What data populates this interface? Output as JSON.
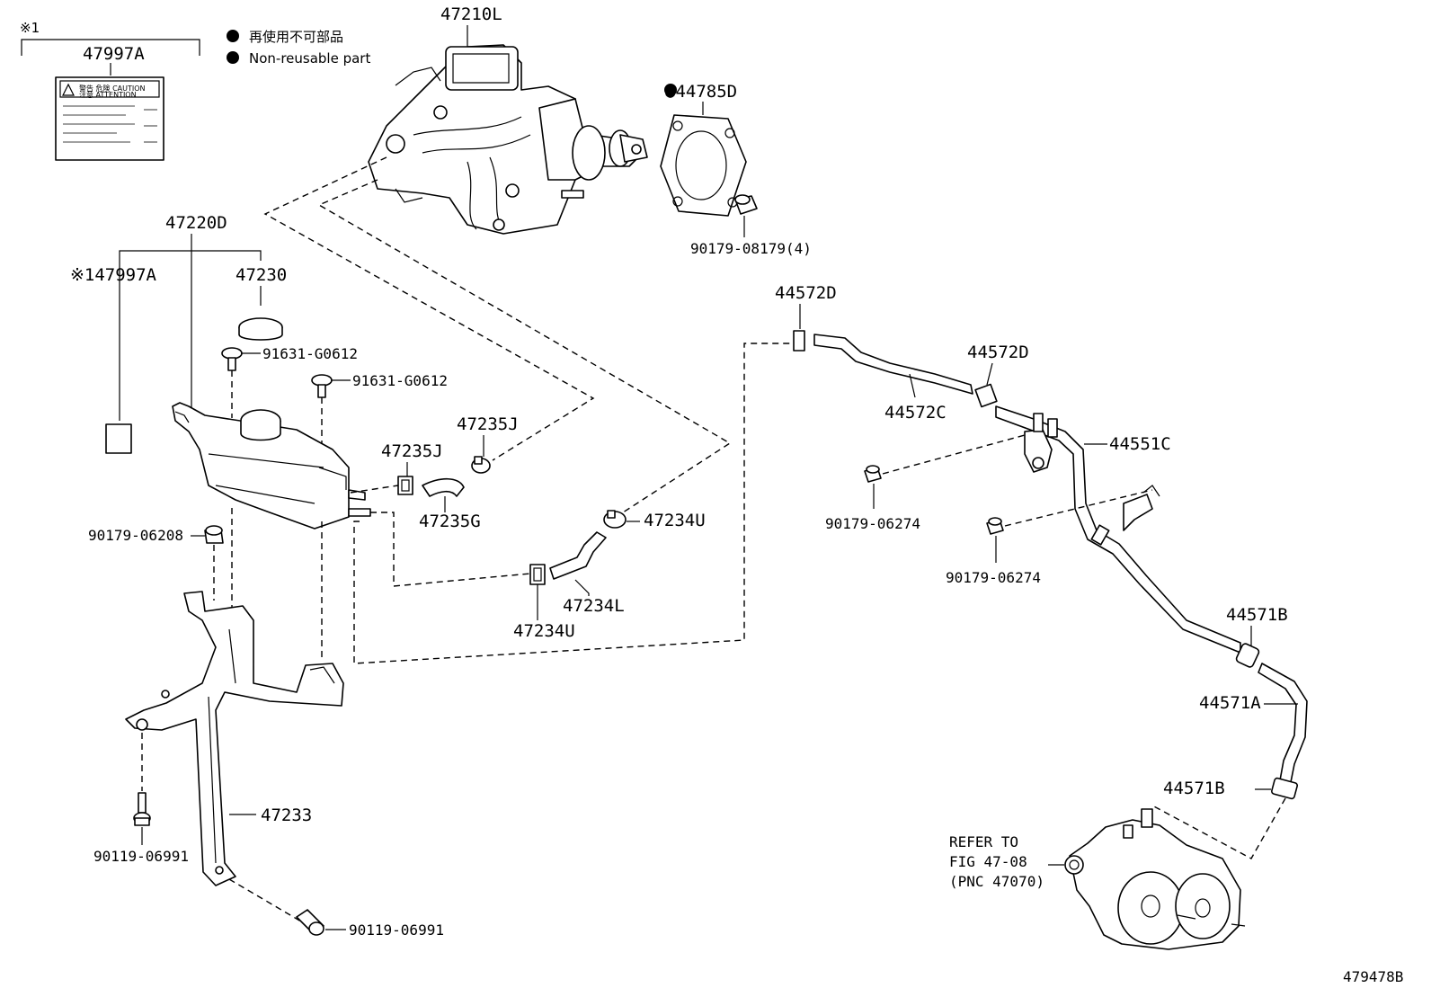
{
  "diagram": {
    "figure_code": "479478B",
    "legend": {
      "symbol_note_mark": "※1",
      "bullet_jp": "再使用不可部品",
      "bullet_en": "Non-reusable part"
    },
    "caution_label": {
      "part_no": "47997A",
      "line1": "警告 危険 CAUTION",
      "line2": "注意 ATTENTION"
    },
    "parts": {
      "p47210L": "47210L",
      "p44785D": "●44785D",
      "p90179_08179": "90179-08179(4)",
      "p47220D": "47220D",
      "p47997A_marked": "※147997A",
      "p47230": "47230",
      "p91631_a": "91631-G0612",
      "p91631_b": "91631-G0612",
      "p47235J_a": "47235J",
      "p47235J_b": "47235J",
      "p47235G": "47235G",
      "p47234U_a": "47234U",
      "p47234U_b": "47234U",
      "p47234L": "47234L",
      "p90179_06208": "90179-06208",
      "p47233": "47233",
      "p90119_a": "90119-06991",
      "p90119_b": "90119-06991",
      "p44572D_a": "44572D",
      "p44572D_b": "44572D",
      "p44572C": "44572C",
      "p44551C": "44551C",
      "p90179_06274_a": "90179-06274",
      "p90179_06274_b": "90179-06274",
      "p44571B_a": "44571B",
      "p44571A": "44571A",
      "p44571B_b": "44571B"
    },
    "refer": {
      "line1": "REFER TO",
      "line2": "FIG 47-08",
      "line3": "(PNC 47070)"
    }
  }
}
